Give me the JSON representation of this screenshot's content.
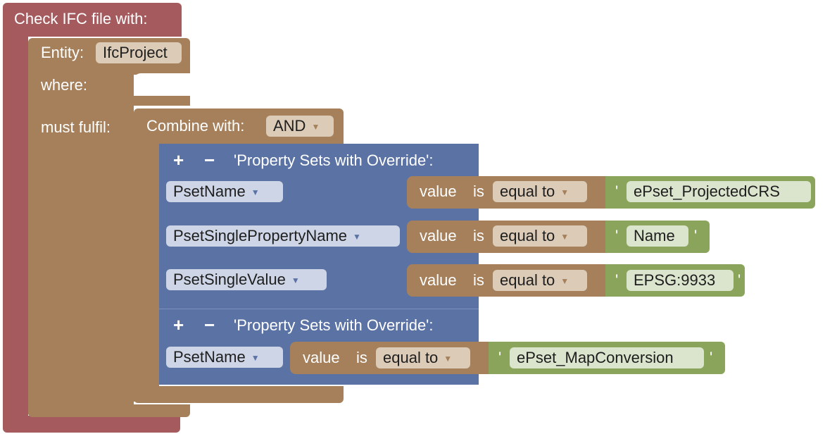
{
  "root": {
    "title": "Check IFC file with:",
    "entity_label": "Entity:",
    "entity_value": "IfcProject",
    "where_label": "where:",
    "must_fulfil_label": "must fulfil:"
  },
  "combine": {
    "label": "Combine with:",
    "value": "AND"
  },
  "override_blocks": [
    {
      "title": "'Property Sets with Override':",
      "rows": [
        {
          "field": "PsetName",
          "value_label": "value",
          "is_label": "is",
          "operator": "equal to",
          "text_open": "'",
          "text": "ePset_ProjectedCRS",
          "text_close": "'"
        },
        {
          "field": "PsetSinglePropertyName",
          "value_label": "value",
          "is_label": "is",
          "operator": "equal to",
          "text_open": "'",
          "text": "Name",
          "text_close": "'"
        },
        {
          "field": "PsetSingleValue",
          "value_label": "value",
          "is_label": "is",
          "operator": "equal to",
          "text_open": "'",
          "text": "EPSG:9933",
          "text_close": "'"
        }
      ]
    },
    {
      "title": "'Property Sets with Override':",
      "rows": [
        {
          "field": "PsetName",
          "value_label": "value",
          "is_label": "is",
          "operator": "equal to",
          "text_open": "'",
          "text": "ePset_MapConversion",
          "text_close": "'"
        }
      ]
    }
  ],
  "icons": {
    "add": "plus-icon",
    "remove": "minus-icon",
    "dropdown": "dropdown-arrow-icon"
  },
  "colors": {
    "root_block": "#a55b5e",
    "entity_block": "#a5805b",
    "logic_block": "#5b72a5",
    "text_block": "#8aa55b"
  }
}
